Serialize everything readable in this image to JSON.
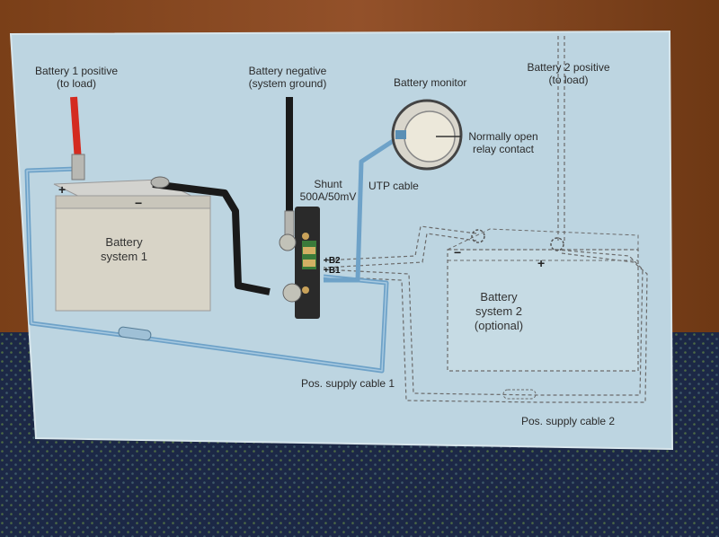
{
  "labels": {
    "battery1_positive": "Battery 1 positive",
    "battery1_positive_sub": "(to load)",
    "battery_negative": "Battery negative",
    "battery_negative_sub": "(system ground)",
    "battery_monitor": "Battery monitor",
    "battery2_positive": "Battery 2 positive",
    "battery2_positive_sub": "(to load)",
    "relay_contact_1": "Normally open",
    "relay_contact_2": "relay contact",
    "shunt": "Shunt",
    "shunt_rating": "500A/50mV",
    "utp_cable": "UTP cable",
    "terminal_b2": "+B2",
    "terminal_b1": "+B1",
    "battery1_name_1": "Battery",
    "battery1_name_2": "system 1",
    "battery2_name_1": "Battery",
    "battery2_name_2": "system 2",
    "battery2_name_3": "(optional)",
    "pos_supply_cable_1": "Pos. supply cable 1",
    "pos_supply_cable_2": "Pos. supply cable 2",
    "plus": "+",
    "minus": "−"
  },
  "colors": {
    "wood": "#8a4a1f",
    "paper": "#bcd6e2",
    "cable_blue": "#6fa6cc",
    "cable_black": "#1a1a1a",
    "cable_red": "#d42b20",
    "fabric": "#1d2a4a"
  }
}
